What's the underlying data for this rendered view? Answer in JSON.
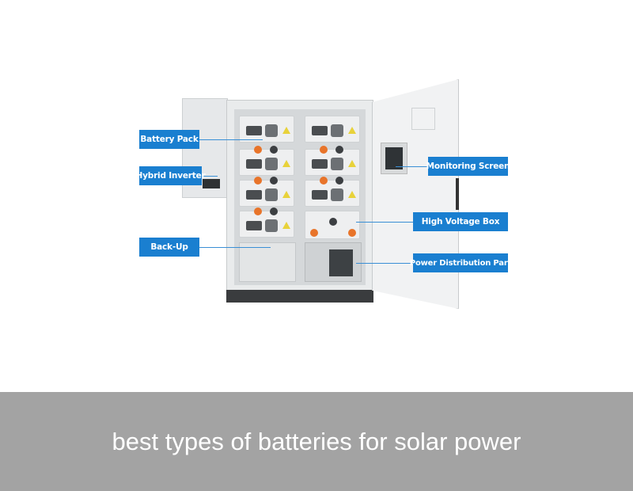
{
  "labels": {
    "battery_pack": "Battery Pack",
    "hybrid_inverter": "Hybrid Inverter",
    "back_up": "Back-Up",
    "monitoring_screen": "Monitoring Screen",
    "high_voltage_box": "High Voltage Box",
    "power_distribution": "Power Distribution Part"
  },
  "caption": "best types of batteries for solar power",
  "colors": {
    "label_bg": "#1a7fd0",
    "caption_bg": "#a3a3a3"
  }
}
